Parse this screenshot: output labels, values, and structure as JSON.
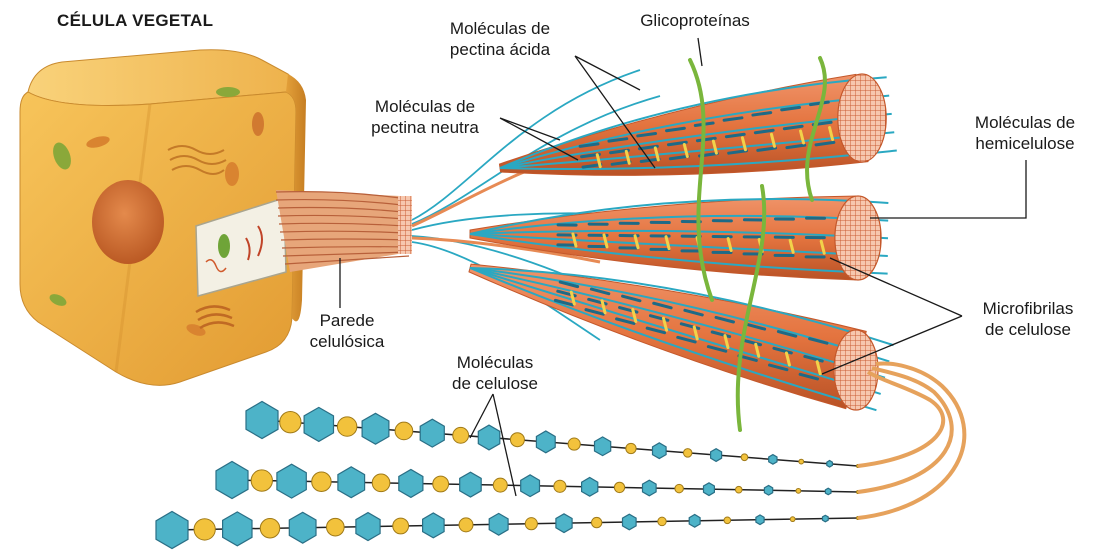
{
  "title": "CÉLULA VEGETAL",
  "labels": {
    "pectina_acida": [
      "Moléculas de",
      "pectina ácida"
    ],
    "glicoproteinas": "Glicoproteínas",
    "pectina_neutra": [
      "Moléculas de",
      "pectina neutra"
    ],
    "hemicelulose": [
      "Moléculas de",
      "hemicelulose"
    ],
    "parede": [
      "Parede",
      "celulósica"
    ],
    "microfibrilas": [
      "Microfibrilas",
      "de celulose"
    ],
    "celulose": [
      "Moléculas",
      "de celulose"
    ]
  },
  "colors": {
    "cell_body": "#f0b44a",
    "cell_shadow": "#d98f25",
    "nucleus": "#d9773a",
    "fibril": "#e8804a",
    "fibril_dark": "#c4582b",
    "pectin_acid": "#2aa8c2",
    "hemicellulose": "#1e6a86",
    "glycoprotein": "#7ab63c",
    "pectin_neutral": "#f2d24a",
    "hexagon": "#4db3c8",
    "circle": "#f2c23c",
    "line": "#222222"
  }
}
